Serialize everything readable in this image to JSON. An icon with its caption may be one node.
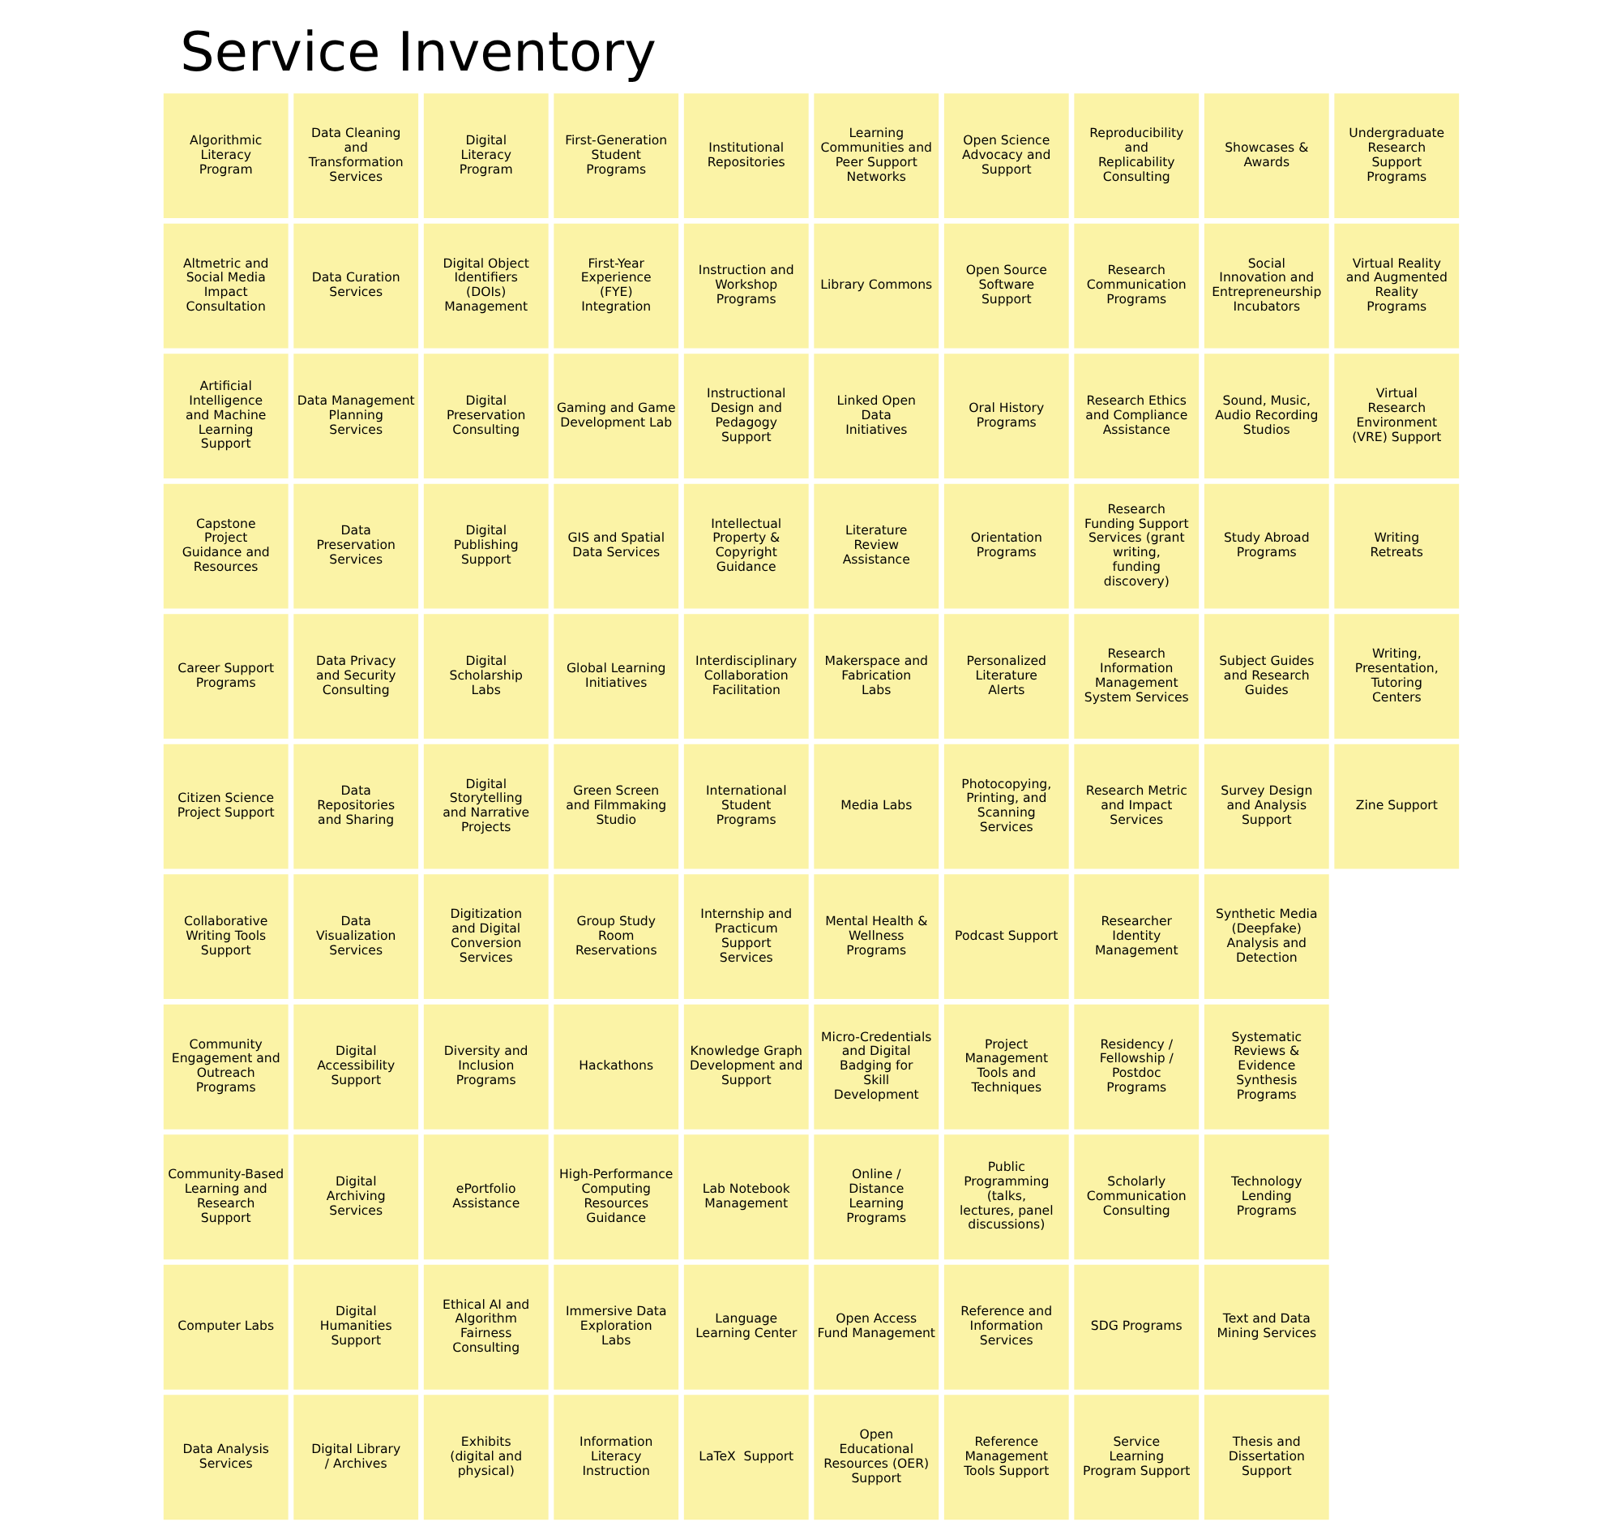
{
  "diagram": {
    "title": "Service Inventory",
    "nodes": [
      {
        "text": [
          "Algorithmic Literacy Program"
        ]
      },
      {
        "text": [
          "Altmetric and Social Media Impact Consultation"
        ]
      },
      {
        "text": [
          "Artificial Intelligence and Machine Learning Support"
        ]
      },
      {
        "text": [
          "Capstone Project Guidance and Resources"
        ]
      },
      {
        "text": [
          "Career Support Programs"
        ]
      },
      {
        "text": [
          "Citizen Science Project Support"
        ]
      },
      {
        "text": [
          "Collaborative Writing Tools Support"
        ]
      },
      {
        "text": [
          "Community Engagement and Outreach Programs"
        ]
      },
      {
        "text": [
          "Community-Based Learning and Research Support"
        ]
      },
      {
        "text": [
          "Computer Labs"
        ]
      },
      {
        "text": [
          "Data Analysis Services"
        ]
      },
      {
        "text": [
          "Data Cleaning and Transformation Services"
        ]
      },
      {
        "text": [
          "Data Curation Services"
        ]
      },
      {
        "text": [
          "Data Management Planning Services"
        ]
      },
      {
        "text": [
          "Data Preservation Services"
        ]
      },
      {
        "text": [
          "Data Privacy and Security Consulting"
        ]
      },
      {
        "text": [
          "Data Repositories and Sharing"
        ]
      },
      {
        "text": [
          "Data Visualization Services"
        ]
      },
      {
        "text": [
          "Digital Accessibility Support"
        ]
      },
      {
        "text": [
          "Digital Archiving Services"
        ]
      },
      {
        "text": [
          "Digital Humanities Support"
        ]
      },
      {
        "text": [
          "Digital Library / Archives"
        ]
      },
      {
        "text": [
          "Digital Literacy Program"
        ]
      },
      {
        "text": [
          "Digital Object Identifiers (DOIs) Management"
        ]
      },
      {
        "text": [
          "Digital Preservation Consulting"
        ]
      },
      {
        "text": [
          "Digital Publishing Support"
        ]
      },
      {
        "text": [
          "Digital Scholarship Labs"
        ]
      },
      {
        "text": [
          "Digital Storytelling and Narrative Projects"
        ]
      },
      {
        "text": [
          "Digitization and Digital Conversion Services"
        ]
      },
      {
        "text": [
          "Diversity and Inclusion Programs"
        ]
      },
      {
        "text": [
          "ePortfolio Assistance"
        ]
      },
      {
        "text": [
          "Ethical AI and Algorithm Fairness Consulting"
        ]
      },
      {
        "text": [
          "Exhibits (digital and physical)"
        ]
      },
      {
        "text": [
          "First-Generation Student Programs"
        ]
      },
      {
        "text": [
          "First-Year Experience (FYE) Integration"
        ]
      },
      {
        "text": [
          "Gaming and Game Development Lab"
        ]
      },
      {
        "text": [
          "GIS and Spatial Data Services"
        ]
      },
      {
        "text": [
          "Global Learning Initiatives"
        ]
      },
      {
        "text": [
          "Green Screen and Filmmaking Studio"
        ]
      },
      {
        "text": [
          "Group Study Room Reservations"
        ]
      },
      {
        "text": [
          "Hackathons"
        ]
      },
      {
        "text": [
          "High-Performance Computing Resources Guidance"
        ]
      },
      {
        "text": [
          "Immersive Data Exploration Labs"
        ]
      },
      {
        "text": [
          "Information Literacy Instruction"
        ]
      },
      {
        "text": [
          "Institutional Repositories"
        ]
      },
      {
        "text": [
          "Instruction and Workshop Programs"
        ]
      },
      {
        "text": [
          "Instructional Design and Pedagogy Support"
        ]
      },
      {
        "text": [
          "Intellectual Property & Copyright Guidance"
        ]
      },
      {
        "text": [
          "Interdisciplinary Collaboration Facilitation"
        ]
      },
      {
        "text": [
          "International Student Programs"
        ]
      },
      {
        "text": [
          "Internship and Practicum Support Services"
        ]
      },
      {
        "text": [
          "Knowledge Graph Development and Support"
        ]
      },
      {
        "text": [
          "Lab Notebook Management"
        ]
      },
      {
        "text": [
          "Language Learning Center"
        ]
      },
      {
        "text": [
          "LaTeX  Support"
        ]
      },
      {
        "text": [
          "Learning Communities and Peer Support Networks"
        ]
      },
      {
        "text": [
          "Library Commons"
        ]
      },
      {
        "text": [
          "Linked Open Data Initiatives"
        ]
      },
      {
        "text": [
          "Literature Review Assistance"
        ]
      },
      {
        "text": [
          "Makerspace and Fabrication Labs"
        ]
      },
      {
        "text": [
          "Media Labs"
        ]
      },
      {
        "text": [
          "Mental Health & Wellness Programs"
        ]
      },
      {
        "text": [
          "Micro-Credentials and Digital Badging for Skill Development"
        ]
      },
      {
        "text": [
          "Online / Distance Learning Programs"
        ]
      },
      {
        "text": [
          "Open Access Fund Management"
        ]
      },
      {
        "text": [
          "Open Educational Resources (OER) Support"
        ]
      },
      {
        "text": [
          "Open Science Advocacy and Support"
        ]
      },
      {
        "text": [
          "Open Source Software Support"
        ]
      },
      {
        "text": [
          "Oral History Programs"
        ]
      },
      {
        "text": [
          "Orientation Programs"
        ]
      },
      {
        "text": [
          "Personalized Literature Alerts"
        ]
      },
      {
        "text": [
          "Photocopying, Printing, and Scanning Services"
        ]
      },
      {
        "text": [
          "Podcast Support"
        ]
      },
      {
        "text": [
          "Project Management Tools and Techniques"
        ]
      },
      {
        "text": [
          "Public Programming (talks, lectures, panel discussions)"
        ]
      },
      {
        "text": [
          "Reference and Information Services"
        ]
      },
      {
        "text": [
          "Reference Management Tools Support"
        ]
      },
      {
        "text": [
          "Reproducibility and Replicability Consulting"
        ]
      },
      {
        "text": [
          "Research Communication Programs"
        ]
      },
      {
        "text": [
          "Research Ethics and Compliance Assistance"
        ]
      },
      {
        "text": [
          "Research Funding Support Services (grant writing, funding discovery)"
        ]
      },
      {
        "text": [
          "Research Information Management System Services"
        ]
      },
      {
        "text": [
          "Research Metric and Impact Services"
        ]
      },
      {
        "text": [
          "Researcher Identity Management"
        ]
      },
      {
        "text": [
          "Residency / Fellowship / Postdoc Programs"
        ]
      },
      {
        "text": [
          "Scholarly Communication Consulting"
        ]
      },
      {
        "text": [
          "SDG Programs"
        ]
      },
      {
        "text": [
          "Service Learning Program Support"
        ]
      },
      {
        "text": [
          "Showcases & Awards"
        ]
      },
      {
        "text": [
          "Social Innovation and Entrepreneurship Incubators"
        ]
      },
      {
        "text": [
          "Sound, Music, Audio Recording Studios"
        ]
      },
      {
        "text": [
          "Study Abroad Programs"
        ]
      },
      {
        "text": [
          "Subject Guides and Research Guides"
        ]
      },
      {
        "text": [
          "Survey Design and Analysis Support"
        ]
      },
      {
        "text": [
          "Synthetic Media (Deepfake) Analysis and Detection"
        ]
      },
      {
        "text": [
          "Systematic Reviews & Evidence Synthesis Programs"
        ]
      },
      {
        "text": [
          "Technology Lending Programs"
        ]
      },
      {
        "text": [
          "Text and Data Mining Services"
        ]
      },
      {
        "text": [
          "Thesis and Dissertation Support"
        ]
      },
      {
        "text": [
          "Undergraduate Research Support Programs"
        ]
      },
      {
        "text": [
          "Virtual Reality and Augmented Reality Programs"
        ]
      },
      {
        "text": [
          "Virtual Research Environment (VRE) Support"
        ]
      },
      {
        "text": [
          "Writing Retreats"
        ]
      },
      {
        "text": [
          "Writing, Presentation, Tutoring Centers"
        ]
      },
      {
        "text": [
          "Zine Support"
        ]
      }
    ]
  }
}
